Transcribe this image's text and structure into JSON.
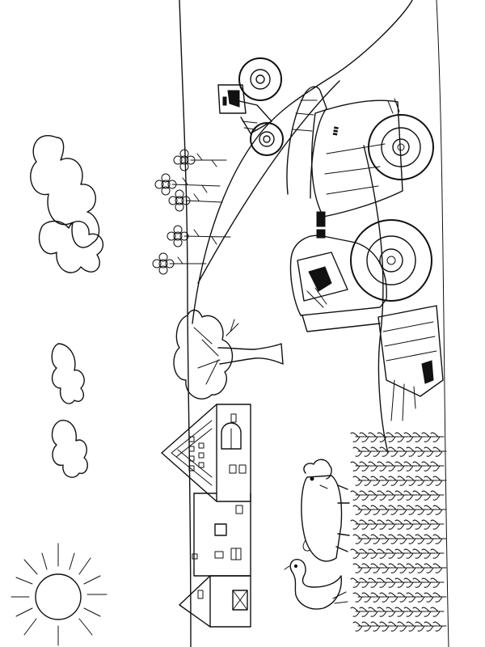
{
  "scene": {
    "subject": "farm-coloring-page",
    "colors": {
      "ink": "#111111",
      "paper": "#ffffff"
    },
    "objects": [
      "sun-icon",
      "clouds",
      "farmhouse",
      "tree",
      "flowers",
      "tractor",
      "combine-harvester",
      "pig",
      "goose",
      "corn-field"
    ]
  }
}
